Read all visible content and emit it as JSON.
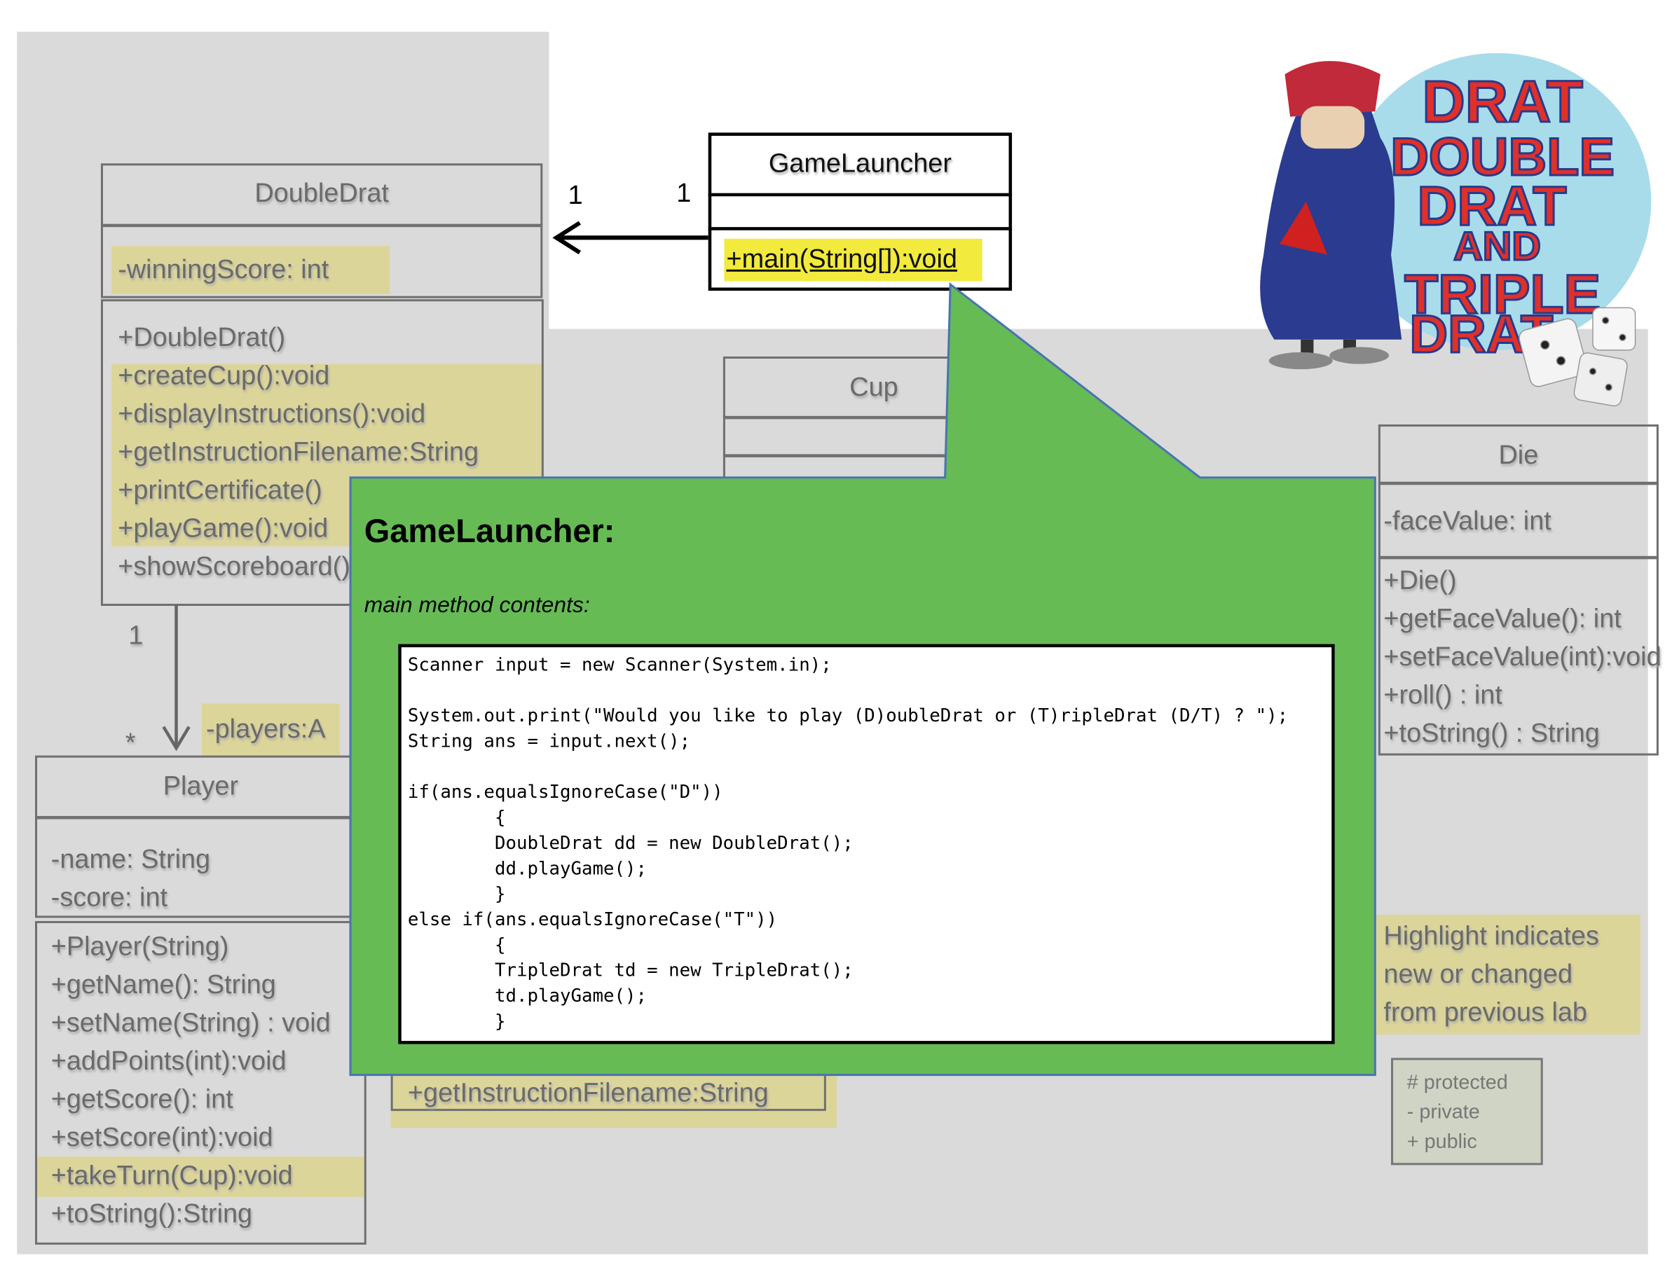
{
  "double_drat": {
    "title": "DoubleDrat",
    "attributes": [
      "-winningScore: int"
    ],
    "methods": [
      "+DoubleDrat()",
      "+createCup():void",
      "+displayInstructions():void",
      "+getInstructionFilename:String",
      "+printCertificate()",
      "+playGame():void",
      "+showScoreboard()"
    ]
  },
  "game_launcher": {
    "title": "GameLauncher",
    "methods": [
      "+main(String[]):void"
    ]
  },
  "multiplicity": {
    "dd_side": "1",
    "gl_side": "1",
    "dd_player_top": "1",
    "dd_player_bottom": "*"
  },
  "players_attr": "-players:A",
  "cup": {
    "title": "Cup"
  },
  "die": {
    "title": "Die",
    "attributes": [
      "-faceValue: int"
    ],
    "methods": [
      "+Die()",
      "+getFaceValue(): int",
      "+setFaceValue(int):void",
      "+roll() : int",
      "+toString() : String"
    ]
  },
  "player": {
    "title": "Player",
    "attributes": [
      "-name: String",
      "-score: int"
    ],
    "methods": [
      "+Player(String)",
      "+getName(): String",
      "+setName(String) : void",
      "+addPoints(int):void",
      "+getScore(): int",
      "+setScore(int):void",
      "+takeTurn(Cup):void",
      "+toString():String"
    ]
  },
  "hidden_class_method": "+getInstructionFilename:String",
  "highlight_note": [
    "Highlight indicates",
    "new or changed",
    "from previous lab"
  ],
  "legend": [
    "# protected",
    "- private",
    "+ public"
  ],
  "callout": {
    "title": "GameLauncher:",
    "subtitle": "main method contents:",
    "code": [
      "Scanner input = new Scanner(System.in);",
      "",
      "System.out.print(\"Would you like to play (D)oubleDrat or (T)ripleDrat (D/T) ? \");",
      "String ans = input.next();",
      "",
      "if(ans.equalsIgnoreCase(\"D\"))",
      "        {",
      "        DoubleDrat dd = new DoubleDrat();",
      "        dd.playGame();",
      "        }",
      "else if(ans.equalsIgnoreCase(\"T\"))",
      "        {",
      "        TripleDrat td = new TripleDrat();",
      "        td.playGame();",
      "        }"
    ]
  },
  "logo": {
    "lines": [
      "DRAT",
      "DOUBLE",
      "DRAT",
      "AND",
      "TRIPLE",
      "DRAT"
    ]
  },
  "colors": {
    "callout_green": "#66bb55",
    "highlight_yellow": "#dcd59a",
    "logo_red": "#e0302a",
    "logo_blue": "#283a8c"
  }
}
